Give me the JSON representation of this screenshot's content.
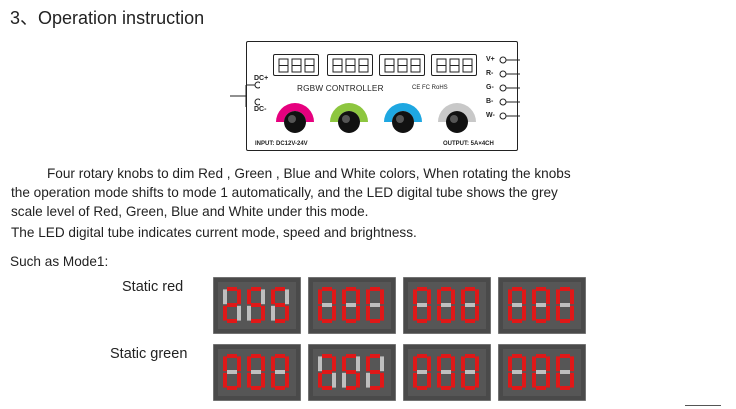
{
  "heading": "3、Operation instruction",
  "controller": {
    "title": "RGBW  CONTROLLER",
    "cert": "CE FC RoHS",
    "input_label": "INPUT: DC12V-24V",
    "output_label": "OUTPUT: 5A×4CH",
    "dc_plus": "DC+",
    "dc_minus": "DC-",
    "ports": [
      "V+",
      "R-",
      "G-",
      "B-",
      "W-"
    ],
    "knob_colors": [
      "#e6007e",
      "#8dc63f",
      "#1ea7e1",
      "#c8c8c8"
    ]
  },
  "paragraphs": [
    "Four rotary knobs to dim Red , Green , Blue and White colors, When rotating  the knobs",
    "the operation mode shifts to mode 1 automatically, and the LED digital tube shows the grey",
    "scale level of Red, Green, Blue and White under this mode.",
    "The LED digital tube indicates current mode, speed and brightness."
  ],
  "mode_label": "Such as Mode1:",
  "examples": [
    {
      "label": "Static red",
      "displays": [
        "255",
        "000",
        "000",
        "000"
      ]
    },
    {
      "label": "Static green",
      "displays": [
        "000",
        "255",
        "000",
        "000"
      ]
    }
  ],
  "colors": {
    "led_on": "#e01818",
    "led_off": "#bfbfbf",
    "display_bg": "#4a4a4a"
  }
}
